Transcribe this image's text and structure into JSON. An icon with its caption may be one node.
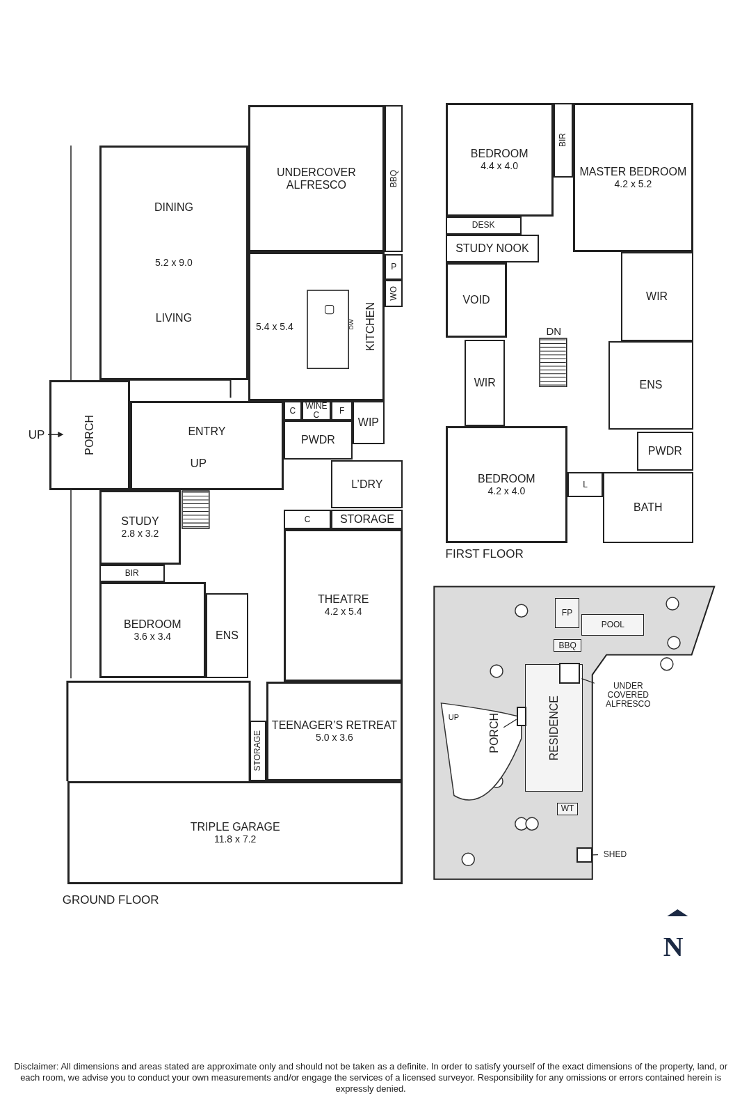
{
  "diagram": {
    "nodes": [
      {
        "text": [
          "DINING",
          "5.2 x 9.0",
          "LIVING"
        ]
      },
      {
        "text": [
          "UNDERCOVER ALFRESCO"
        ]
      },
      {
        "text": [
          "BBQ"
        ]
      },
      {
        "text": [
          "P"
        ]
      },
      {
        "text": [
          "WO"
        ]
      },
      {
        "text": [
          "5.4 x 5.4",
          "KITCHEN"
        ]
      },
      {
        "text": [
          "PORCH"
        ]
      },
      {
        "text": [
          "ENTRY"
        ]
      },
      {
        "text": [
          "C"
        ]
      },
      {
        "text": [
          "WINE C"
        ]
      },
      {
        "text": [
          "F"
        ]
      },
      {
        "text": [
          "WIP"
        ]
      },
      {
        "text": [
          "PWDR"
        ]
      },
      {
        "text": [
          "L’DRY"
        ]
      },
      {
        "text": [
          "C"
        ]
      },
      {
        "text": [
          "STORAGE"
        ]
      },
      {
        "text": [
          "STUDY",
          "2.8 x 3.2"
        ]
      },
      {
        "text": [
          "BIR"
        ]
      },
      {
        "text": [
          "BEDROOM",
          "3.6 x 3.4"
        ]
      },
      {
        "text": [
          "ENS"
        ]
      },
      {
        "text": [
          "THEATRE",
          "4.2 x 5.4"
        ]
      },
      {
        "text": [
          "TEENAGER’S RETREAT",
          "5.0 x 3.6"
        ]
      },
      {
        "text": [
          "STORAGE"
        ]
      },
      {
        "text": [
          "TRIPLE GARAGE",
          "11.8 x 7.2"
        ]
      },
      {
        "text": [
          "BEDROOM",
          "4.4 x 4.0"
        ]
      },
      {
        "text": [
          "BIR"
        ]
      },
      {
        "text": [
          "MASTER BEDROOM",
          "4.2 x 5.2"
        ]
      },
      {
        "text": [
          "DESK"
        ]
      },
      {
        "text": [
          "STUDY NOOK"
        ]
      },
      {
        "text": [
          "VOID"
        ]
      },
      {
        "text": [
          "WIR"
        ]
      },
      {
        "text": [
          "ENS"
        ]
      },
      {
        "text": [
          "WIR"
        ]
      },
      {
        "text": [
          "BEDROOM",
          "4.2 x 4.0"
        ]
      },
      {
        "text": [
          "PWDR"
        ]
      },
      {
        "text": [
          "L"
        ]
      },
      {
        "text": [
          "BATH"
        ]
      },
      {
        "text": [
          "FP"
        ]
      },
      {
        "text": [
          "POOL"
        ]
      },
      {
        "text": [
          "BBQ"
        ]
      },
      {
        "text": [
          "RESIDENCE"
        ]
      },
      {
        "text": [],
        "shape": "box",
        "in": 40
      },
      {
        "text": [
          "UNDER COVERED ALFRESCO"
        ]
      },
      {
        "text": [
          "PORCH"
        ]
      },
      {
        "text": [],
        "shape": "box"
      },
      {
        "text": [
          "WT"
        ]
      },
      {
        "text": [
          "SHED"
        ]
      },
      {
        "text": [],
        "shape": "box"
      }
    ],
    "edges": [
      {
        "from": 42,
        "to": 41,
        "arrow": "none"
      },
      {
        "from": 43,
        "to": 44,
        "arrow": "none"
      },
      {
        "from": 46,
        "to": 47,
        "arrow": "none"
      }
    ],
    "labels": [
      "UP",
      "UP",
      "DW",
      "DN",
      "GROUND FLOOR",
      "FIRST FLOOR",
      "UP",
      "N",
      "Disclaimer: All dimensions and areas stated are approximate only and should not be taken as a definite. In order to satisfy yourself of the exact dimensions of the property, land, or each room, we advise you to conduct your own measurements and/or engage the services of a licensed surveyor. Responsibility for any omissions or errors contained herein is expressly denied."
    ]
  }
}
